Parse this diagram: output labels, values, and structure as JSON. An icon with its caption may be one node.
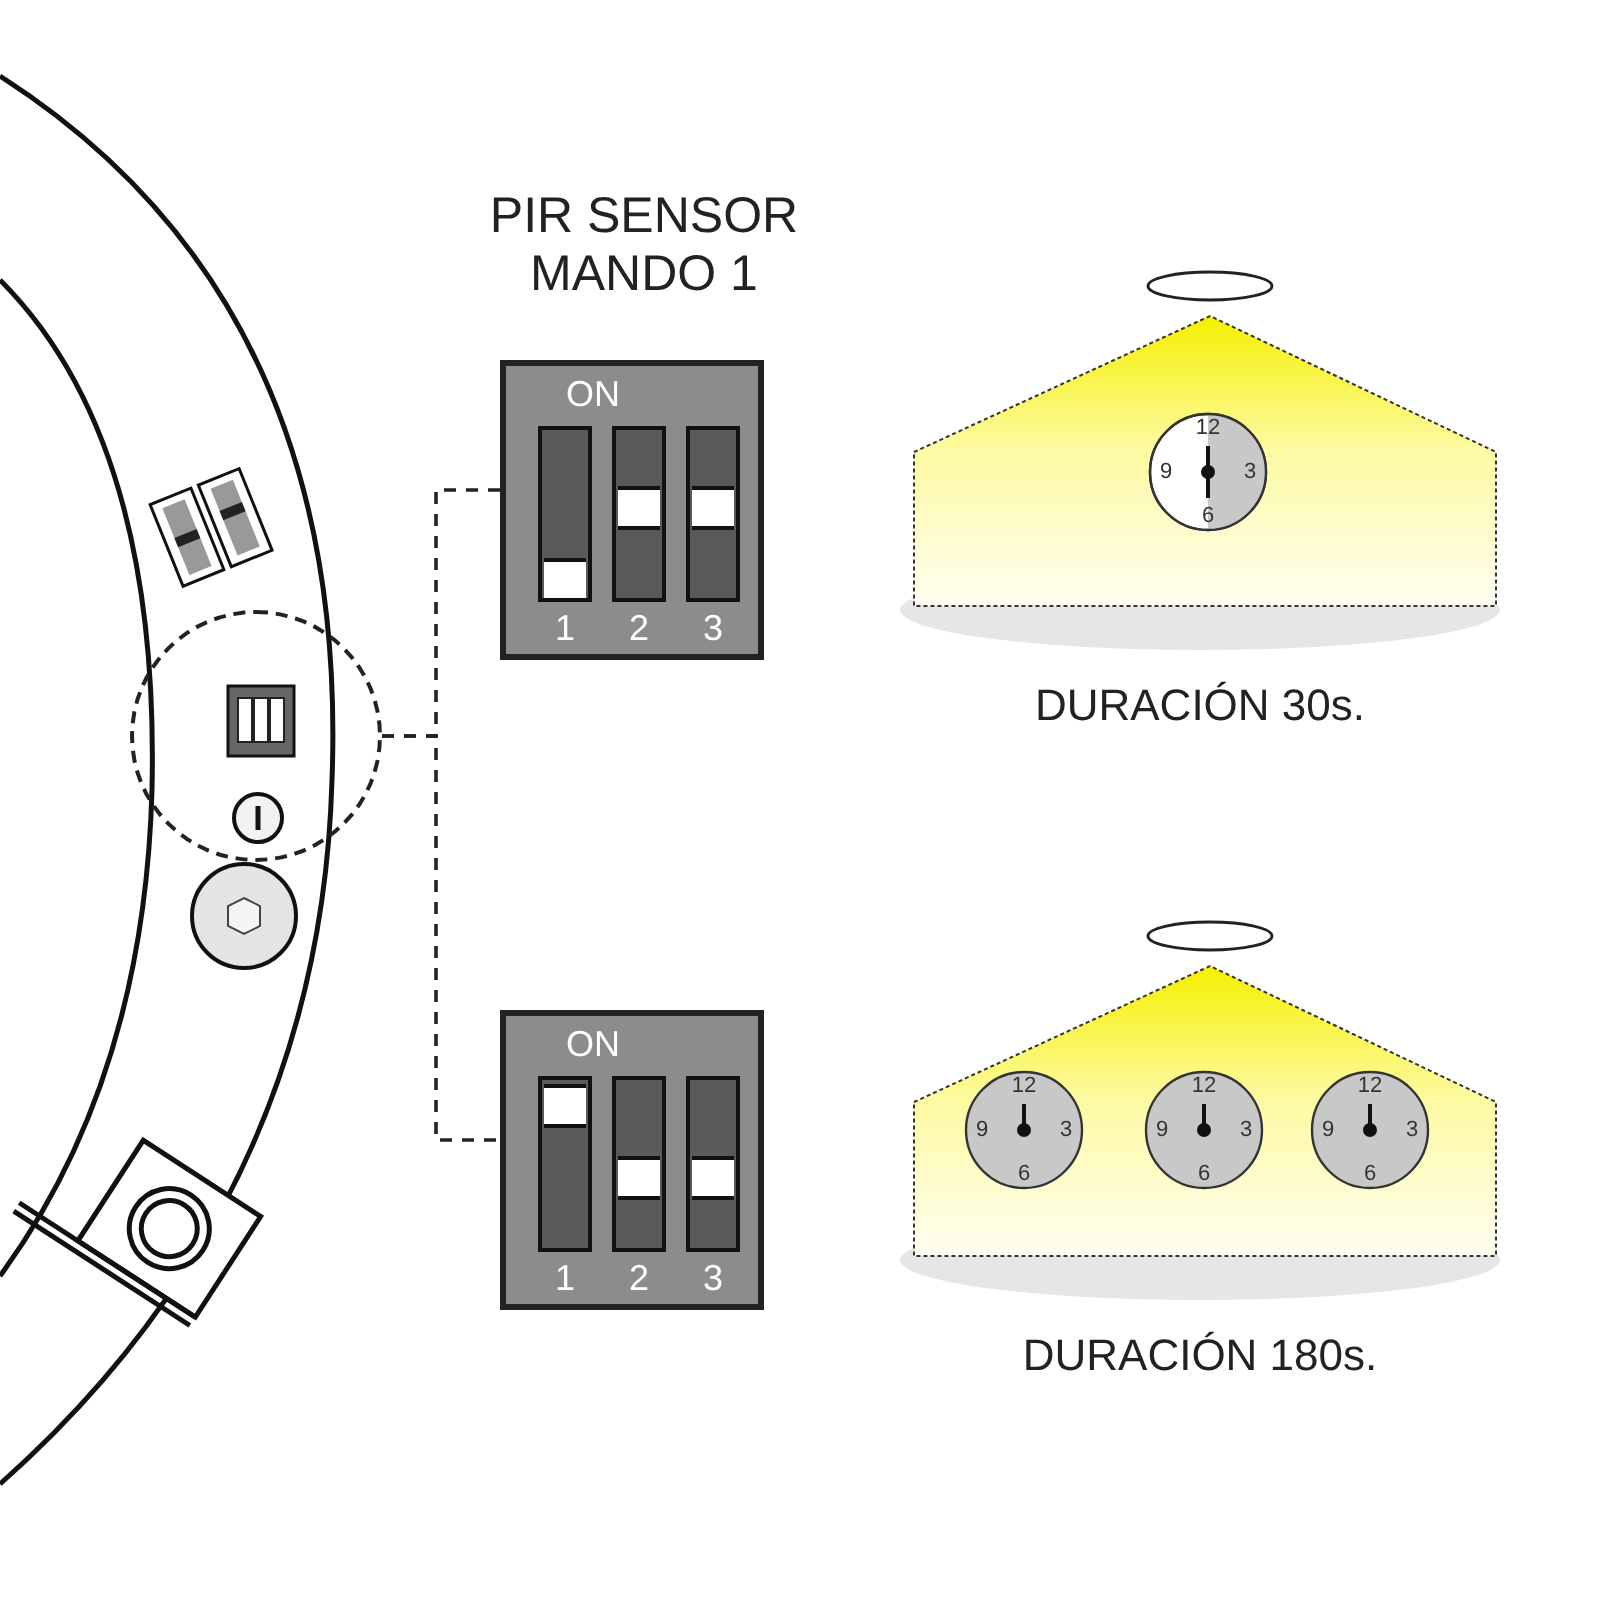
{
  "diagram": {
    "title": "PIR SENSOR MANDO 1",
    "nodes": [
      {
        "text": [],
        "shape": "circle"
      },
      {
        "text": [
          "ON",
          "1",
          "2",
          "3"
        ]
      },
      {
        "text": [
          "ON",
          "1",
          "2",
          "3"
        ]
      }
    ],
    "edges": [
      {
        "from": 0,
        "to": 1,
        "arrow": "none",
        "style": "dashed"
      },
      {
        "from": 0,
        "to": 2,
        "arrow": "none",
        "style": "dashed"
      }
    ],
    "labels": [
      "12",
      "9",
      "3",
      "6",
      "DURACIÓN 30s.",
      "12",
      "9",
      "3",
      "6",
      "12",
      "9",
      "3",
      "6",
      "12",
      "9",
      "3",
      "6",
      "DURACIÓN 180s."
    ]
  }
}
